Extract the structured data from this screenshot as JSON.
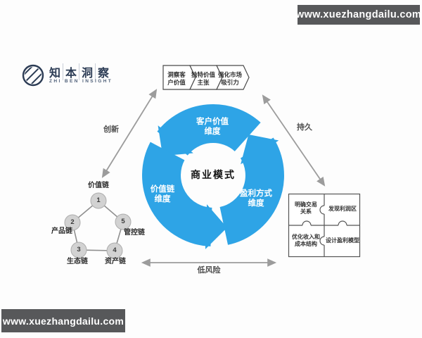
{
  "watermarks": {
    "top": "www.xuezhangdailu.com",
    "bottom": "www.xuezhangdailu.com"
  },
  "logo": {
    "cn": "知本洞察",
    "en": "ZHI BEN INSIGHT"
  },
  "top_steps": [
    {
      "label": "洞察客\n户价值"
    },
    {
      "label": "独特价值\n主张"
    },
    {
      "label": "强化市场\n吸引力"
    }
  ],
  "cycle": {
    "center": "商业模式",
    "top_dimension": "客户价值\n维度",
    "left_dimension": "价值链\n维度",
    "right_dimension": "盈利方式\n维度"
  },
  "triangle_edges": {
    "left": "创新",
    "right": "持久",
    "bottom": "低风险"
  },
  "pentagon": {
    "nodes": [
      {
        "num": "1",
        "label": "价值链"
      },
      {
        "num": "2",
        "label": "产品链"
      },
      {
        "num": "3",
        "label": "生态链"
      },
      {
        "num": "4",
        "label": "资产链"
      },
      {
        "num": "5",
        "label": "管控链"
      }
    ]
  },
  "puzzle": {
    "cells": [
      {
        "label": "明确交易\n关系"
      },
      {
        "label": "发现利润区"
      },
      {
        "label": "优化收入和\n成本结构"
      },
      {
        "label": "设计盈利模型"
      }
    ]
  },
  "colors": {
    "cycle_blue": "#2ea4e6",
    "watermark_bg": "#57585a",
    "arrow_gray": "#9c9c9c",
    "logo_navy": "#2c3c55"
  }
}
